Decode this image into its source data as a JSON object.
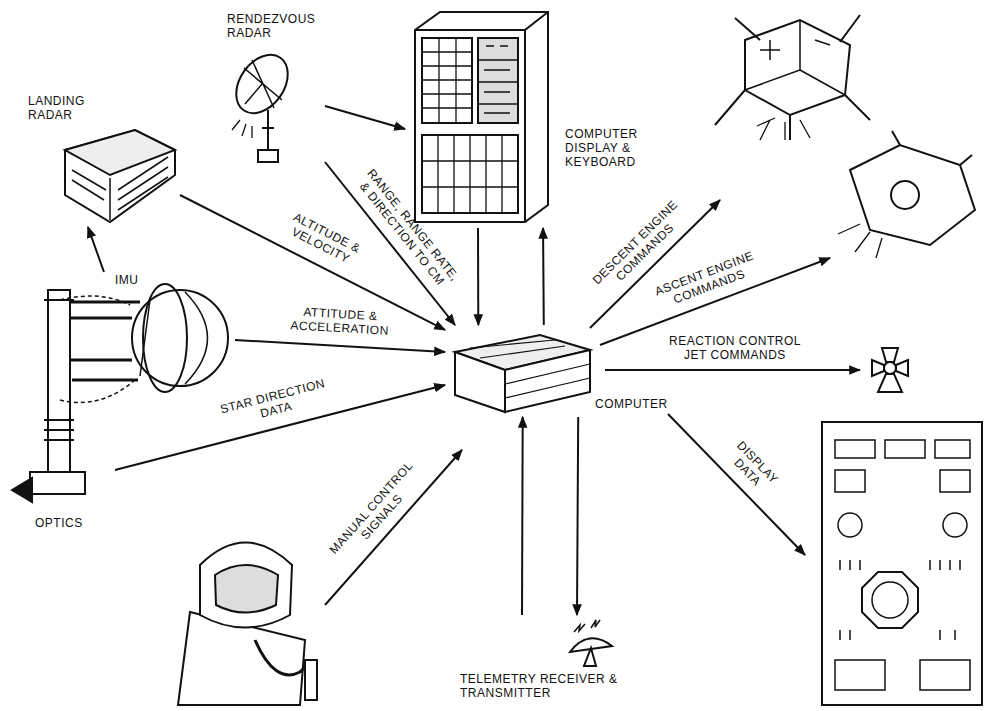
{
  "diagram": {
    "nodes": [
      {
        "text": [
          "RENDEZVOUS RADAR"
        ]
      },
      {
        "text": [
          "LANDING RADAR"
        ]
      },
      {
        "text": [
          "COMPUTER DISPLAY & KEYBOARD"
        ]
      },
      {
        "text": [
          "IMU"
        ]
      },
      {
        "text": [
          "OPTICS"
        ]
      },
      {
        "text": [
          "COMPUTER"
        ]
      },
      {
        "text": [
          "TELEMETRY RECEIVER & TRANSMITTER"
        ]
      }
    ],
    "edges": [
      {
        "from": 1,
        "to": 5,
        "arrow": "to",
        "label": "ALTITUDE & VELOCITY"
      },
      {
        "from": 0,
        "to": 5,
        "arrow": "to",
        "label": "RANGE, RANGE RATE, & DIRECTION TO CM"
      },
      {
        "from": 3,
        "to": 5,
        "arrow": "to",
        "label": "ATTITUDE & ACCELERATION"
      },
      {
        "from": 4,
        "to": 5,
        "arrow": "to",
        "label": "STAR DIRECTION DATA"
      },
      {
        "from": 2,
        "to": 5,
        "arrow": "to"
      },
      {
        "from": 5,
        "to": 2,
        "arrow": "to"
      },
      {
        "from": 6,
        "to": 5,
        "arrow": "to"
      },
      {
        "from": 5,
        "to": 6,
        "arrow": "to"
      },
      {
        "from": 0,
        "to": 2,
        "arrow": "to"
      },
      {
        "from": 3,
        "to": 1,
        "arrow": "to"
      }
    ],
    "labels": [
      "DESCENT ENGINE COMMANDS",
      "ASCENT ENGINE COMMANDS",
      "REACTION CONTROL JET COMMANDS",
      "DISPLAY DATA",
      "MANUAL CONTROL SIGNALS"
    ]
  }
}
